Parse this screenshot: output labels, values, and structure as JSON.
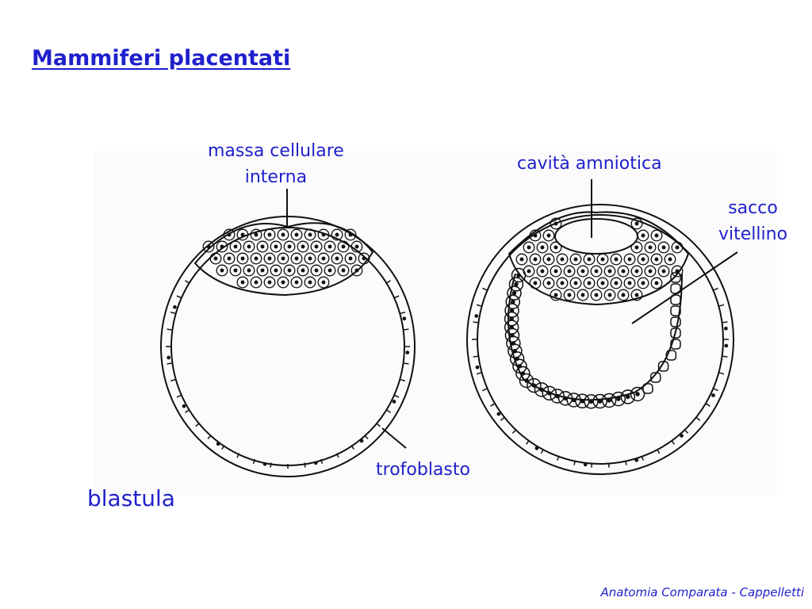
{
  "slide": {
    "title": "Mammiferi placentati",
    "footer": "Anatomia Comparata - Cappelletti"
  },
  "labels": {
    "inner_cell_mass": [
      "massa cellulare",
      "interna"
    ],
    "amniotic_cavity": "cavità amniotica",
    "yolk_sac": [
      "sacco",
      "vitellino"
    ],
    "trophoblast": "trofoblasto",
    "blastula": "blastula"
  },
  "colors": {
    "text": "#1f1fcc",
    "ink": "#111111",
    "figure_bg": "#fbfbfb"
  }
}
